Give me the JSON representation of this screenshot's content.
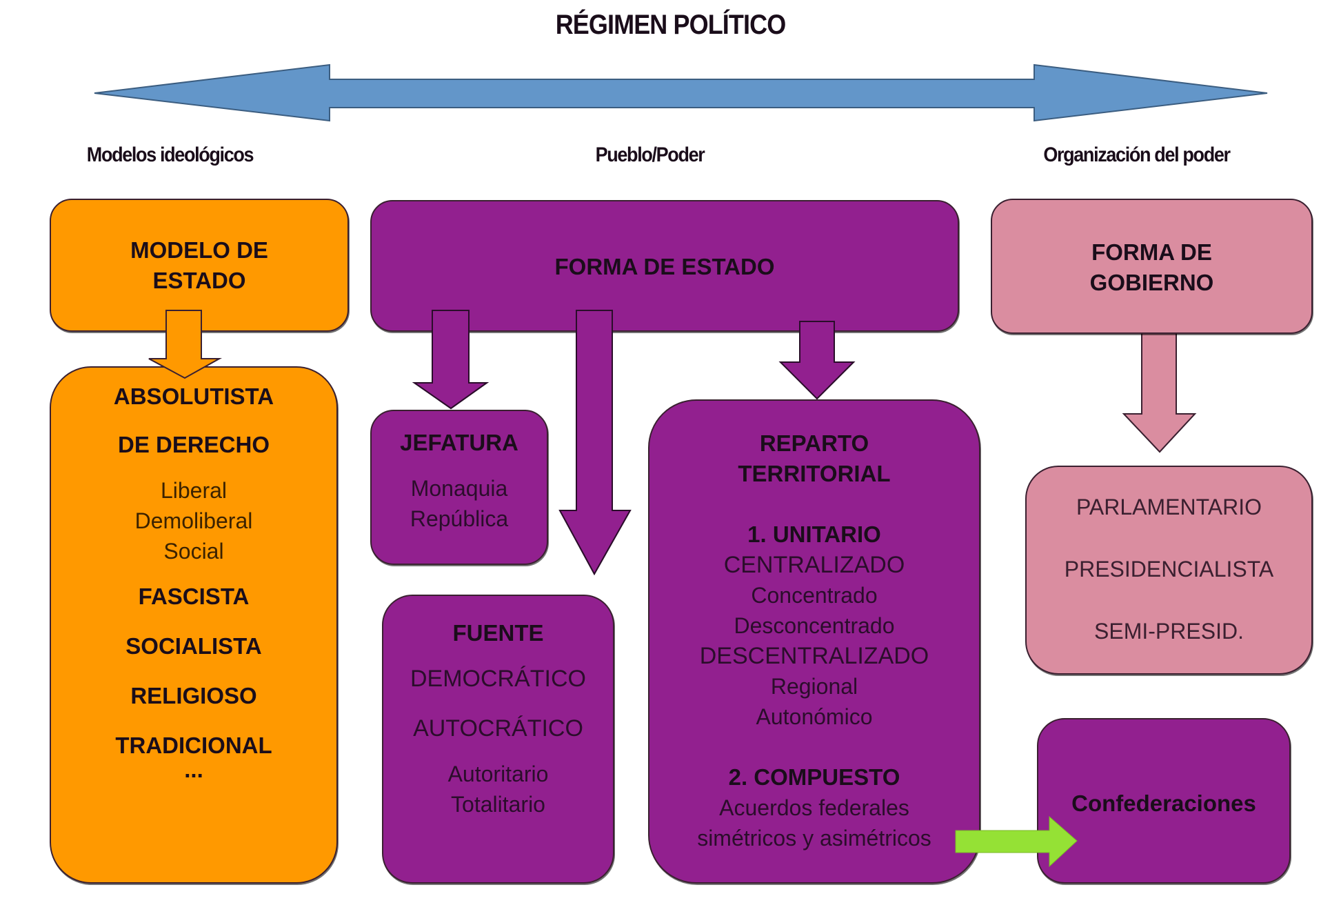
{
  "title": "RÉGIMEN POLÍTICO",
  "axis_labels": {
    "left": "Modelos ideológicos",
    "center": "Pueblo/Poder",
    "right": "Organización del poder"
  },
  "colors": {
    "axis_arrow": "#6396c9",
    "modelo": "#ff9900",
    "forma_estado": "#92208f",
    "forma_gobierno": "#da8da0",
    "link_arrow": "#95e135"
  },
  "modelo_estado": {
    "title_line1": "MODELO DE",
    "title_line2": "ESTADO",
    "items": {
      "absolutista": "ABSOLUTISTA",
      "de_derecho": "DE DERECHO",
      "de_derecho_sub": [
        "Liberal",
        "Demoliberal",
        "Social"
      ],
      "fascista": "FASCISTA",
      "socialista": "SOCIALISTA",
      "religioso": "RELIGIOSO",
      "tradicional": "TRADICIONAL",
      "more": "..."
    }
  },
  "forma_estado": {
    "title": "FORMA DE ESTADO",
    "jefatura": {
      "title": "JEFATURA",
      "items": [
        "Monaquia",
        "República"
      ]
    },
    "fuente": {
      "title": "FUENTE",
      "democratico": "DEMOCRÁTICO",
      "autocratico": "AUTOCRÁTICO",
      "sub": [
        "Autoritario",
        "Totalitario"
      ]
    },
    "reparto": {
      "title_line1": "REPARTO",
      "title_line2": "TERRITORIAL",
      "unitario": "1. UNITARIO",
      "centralizado": "CENTRALIZADO",
      "centralizado_sub": [
        "Concentrado",
        "Desconcentrado"
      ],
      "descentralizado": "DESCENTRALIZADO",
      "descentralizado_sub": [
        "Regional",
        "Autonómico"
      ],
      "compuesto": "2. COMPUESTO",
      "compuesto_sub": [
        "Acuerdos federales",
        "simétricos y asimétricos"
      ]
    },
    "confederaciones": "Confederaciones"
  },
  "forma_gobierno": {
    "title_line1": "FORMA DE",
    "title_line2": "GOBIERNO",
    "items": [
      "PARLAMENTARIO",
      "PRESIDENCIALISTA",
      "SEMI-PRESID."
    ]
  }
}
